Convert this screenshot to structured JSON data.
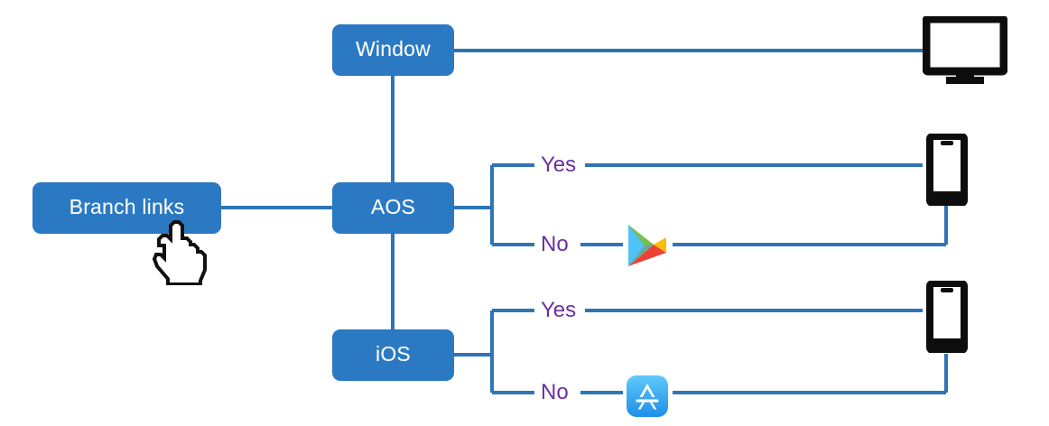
{
  "diagram": {
    "type": "tree-flow",
    "background_color": "#ffffff",
    "node_color": "#2B79C2",
    "node_text_color": "#ffffff",
    "line_color": "#2E75B6",
    "branch_label_color": "#6B2FA0",
    "root": {
      "id": "branch-links",
      "label": "Branch links"
    },
    "platforms": [
      {
        "id": "window",
        "label": "Window"
      },
      {
        "id": "aos",
        "label": "AOS"
      },
      {
        "id": "ios",
        "label": "iOS"
      }
    ],
    "branch_labels": {
      "yes": "Yes",
      "no": "No"
    },
    "aos_branches": [
      {
        "condition": "Yes",
        "target_icon": "mobile-phone-icon"
      },
      {
        "condition": "No",
        "target_icon": "google-play-store-icon",
        "then_icon": "mobile-phone-icon"
      }
    ],
    "ios_branches": [
      {
        "condition": "Yes",
        "target_icon": "mobile-phone-icon"
      },
      {
        "condition": "No",
        "target_icon": "apple-app-store-icon",
        "then_icon": "mobile-phone-icon"
      }
    ],
    "endpoint_icons": [
      {
        "id": "desktop-monitor",
        "name": "desktop-monitor-icon",
        "color": "#0D0D0D"
      },
      {
        "id": "phone-aos",
        "name": "mobile-phone-icon",
        "color": "#0D0D0D"
      },
      {
        "id": "phone-ios",
        "name": "mobile-phone-icon",
        "color": "#0D0D0D"
      }
    ],
    "store_icons": [
      {
        "id": "google-play",
        "name": "google-play-store-icon",
        "colors": [
          "#34A853",
          "#4285F4",
          "#FBBC04",
          "#EA4335"
        ]
      },
      {
        "id": "app-store",
        "name": "apple-app-store-icon",
        "colors": [
          "#1E9BF0",
          "#55C5FA",
          "#ffffff"
        ]
      }
    ],
    "cursor": {
      "name": "hand-pointer-cursor",
      "visible": true
    }
  }
}
